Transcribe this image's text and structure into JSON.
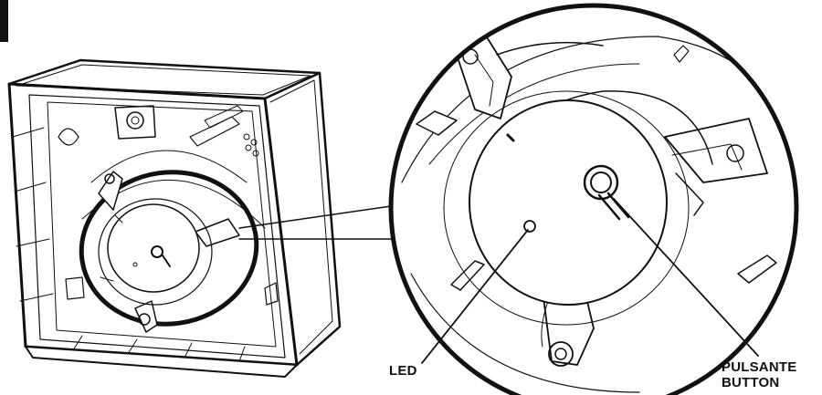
{
  "labels": {
    "led": "LED",
    "button_line1": "PULSANTE",
    "button_line2": "BUTTON"
  },
  "colors": {
    "stroke": "#111111",
    "background": "#ffffff"
  }
}
